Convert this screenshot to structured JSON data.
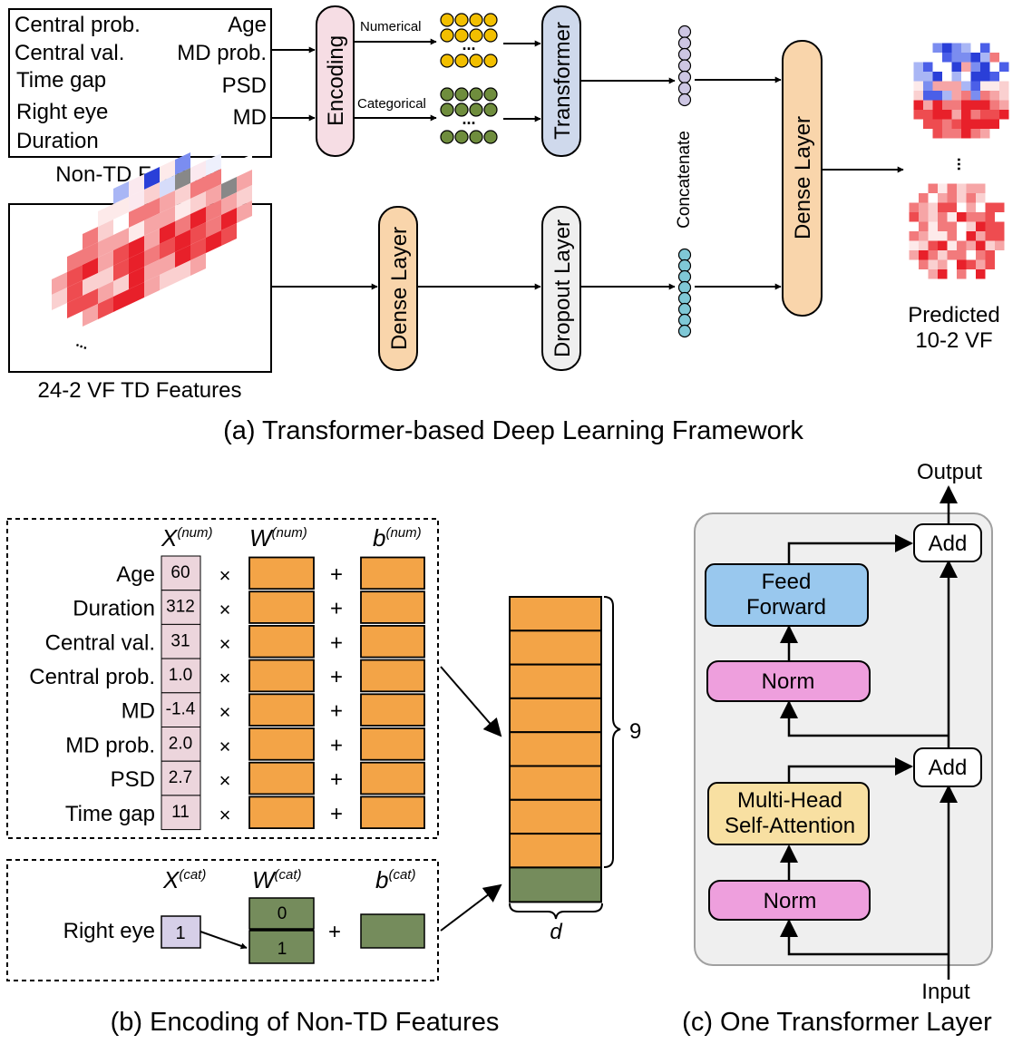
{
  "panel_a": {
    "caption": "(a) Transformer-based Deep Learning Framework",
    "non_td_features": {
      "left_items": [
        "Central prob.",
        "Central val.",
        "Time gap",
        "Right eye",
        "Duration"
      ],
      "right_items": [
        "Age",
        "MD prob.",
        "PSD",
        "MD"
      ],
      "label": "Non-TD Features"
    },
    "encoding_label": "Encoding",
    "numerical_label": "Numerical",
    "categorical_label": "Categorical",
    "ellipsis": "...",
    "transformer_label": "Transformer",
    "concatenate_label": "Concatenate",
    "dense_layer_label": "Dense Layer",
    "dropout_layer_label": "Dropout Layer",
    "td_features_label": "24-2 VF TD Features",
    "predicted_label_line1": "Predicted",
    "predicted_label_line2": "10-2 VF",
    "colors": {
      "encoding_fill": "#f6dde4",
      "transformer_fill": "#cfd9ec",
      "dense_fill": "#f9d5ab",
      "dropout_fill": "#efefef",
      "numerical_node": "#f2bf00",
      "categorical_node": "#6f8d3d",
      "concat_top_node": "#cdc6e3",
      "concat_bottom_node": "#7fc8d6"
    }
  },
  "panel_b": {
    "caption": "(b) Encoding of Non-TD Features",
    "x_num_label": "X",
    "x_num_sup": "(num)",
    "w_num_label": "W",
    "w_num_sup": "(num)",
    "b_num_label": "b",
    "b_num_sup": "(num)",
    "numerical_rows": [
      {
        "name": "Age",
        "value": "60"
      },
      {
        "name": "Duration",
        "value": "312"
      },
      {
        "name": "Central val.",
        "value": "31"
      },
      {
        "name": "Central prob.",
        "value": "1.0"
      },
      {
        "name": "MD",
        "value": "-1.4"
      },
      {
        "name": "MD prob.",
        "value": "2.0"
      },
      {
        "name": "PSD",
        "value": "2.7"
      },
      {
        "name": "Time gap",
        "value": "11"
      }
    ],
    "times_symbol": "×",
    "plus_symbol": "+",
    "x_cat_label": "X",
    "x_cat_sup": "(cat)",
    "w_cat_label": "W",
    "w_cat_sup": "(cat)",
    "b_cat_label": "b",
    "b_cat_sup": "(cat)",
    "categorical_row": {
      "name": "Right eye",
      "value": "1"
    },
    "w_cat_values": [
      "0",
      "1"
    ],
    "brace_count_label": "9",
    "d_label": "d",
    "colors": {
      "x_num_fill": "#ecd5dc",
      "x_cat_fill": "#d6cfe8",
      "orange": "#f3a447",
      "green": "#758c5c"
    }
  },
  "panel_c": {
    "caption": "(c) One Transformer Layer",
    "output_label": "Output",
    "input_label": "Input",
    "add_label": "Add",
    "feed_forward_line1": "Feed",
    "feed_forward_line2": "Forward",
    "norm_label": "Norm",
    "mhsa_line1": "Multi-Head",
    "mhsa_line2": "Self-Attention",
    "colors": {
      "container_fill": "#efefef",
      "feed_forward_fill": "#99c8ee",
      "norm_fill": "#ee9fdd",
      "mhsa_fill": "#f8e0a2"
    }
  }
}
